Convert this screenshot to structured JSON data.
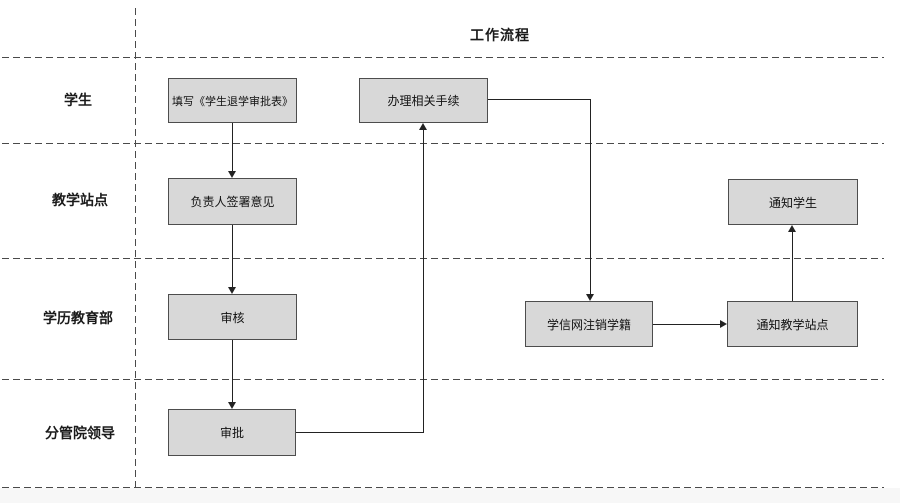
{
  "title": "工作流程",
  "lanes": [
    {
      "label": "学生"
    },
    {
      "label": "教学站点"
    },
    {
      "label": "学历教育部"
    },
    {
      "label": "分管院领导"
    }
  ],
  "nodes": {
    "fill_form": {
      "label": "填写《学生退学审批表》"
    },
    "sign_opinion": {
      "label": "负责人签署意见"
    },
    "review": {
      "label": "审核"
    },
    "approve": {
      "label": "审批"
    },
    "handle_procedures": {
      "label": "办理相关手续"
    },
    "cancel_registration": {
      "label": "学信网注销学籍"
    },
    "notify_site": {
      "label": "通知教学站点"
    },
    "notify_student": {
      "label": "通知学生"
    }
  },
  "colors": {
    "node_fill": "#d8d8d8",
    "node_border": "#4d4d4d",
    "connector": "#222222",
    "lane_divider": "#4a4a4a",
    "text": "#1a1a1a",
    "background": "#ffffff"
  }
}
